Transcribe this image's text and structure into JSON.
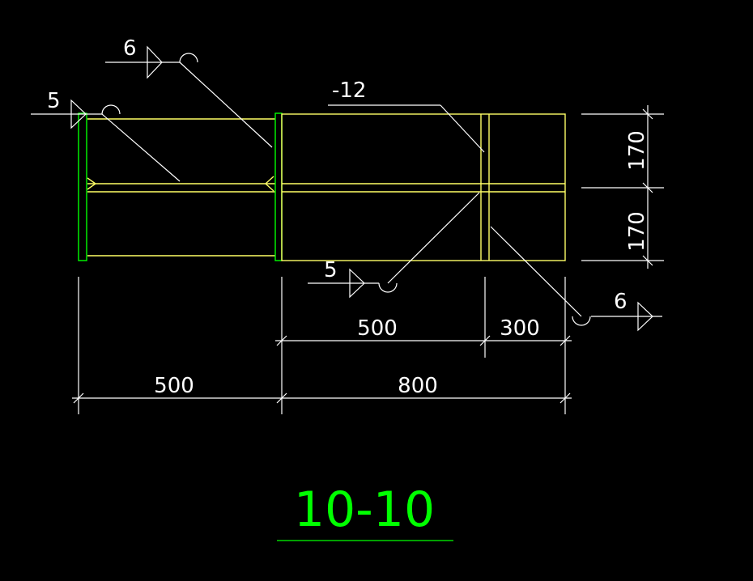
{
  "colors": {
    "background": "#000000",
    "plate": "#ffff66",
    "end_plate": "#00ff00",
    "annotation": "#ffffff",
    "title": "#00ff00"
  },
  "weld_symbols": {
    "top_left_a": "6",
    "top_left_b": "5",
    "bottom_middle": "5",
    "bottom_right": "6"
  },
  "plate_label": "-12",
  "dimensions": {
    "height_top": "170",
    "height_bottom": "170",
    "seg_500_right": "500",
    "seg_300": "300",
    "total_left": "500",
    "total_right": "800"
  },
  "section_title": "10-10"
}
